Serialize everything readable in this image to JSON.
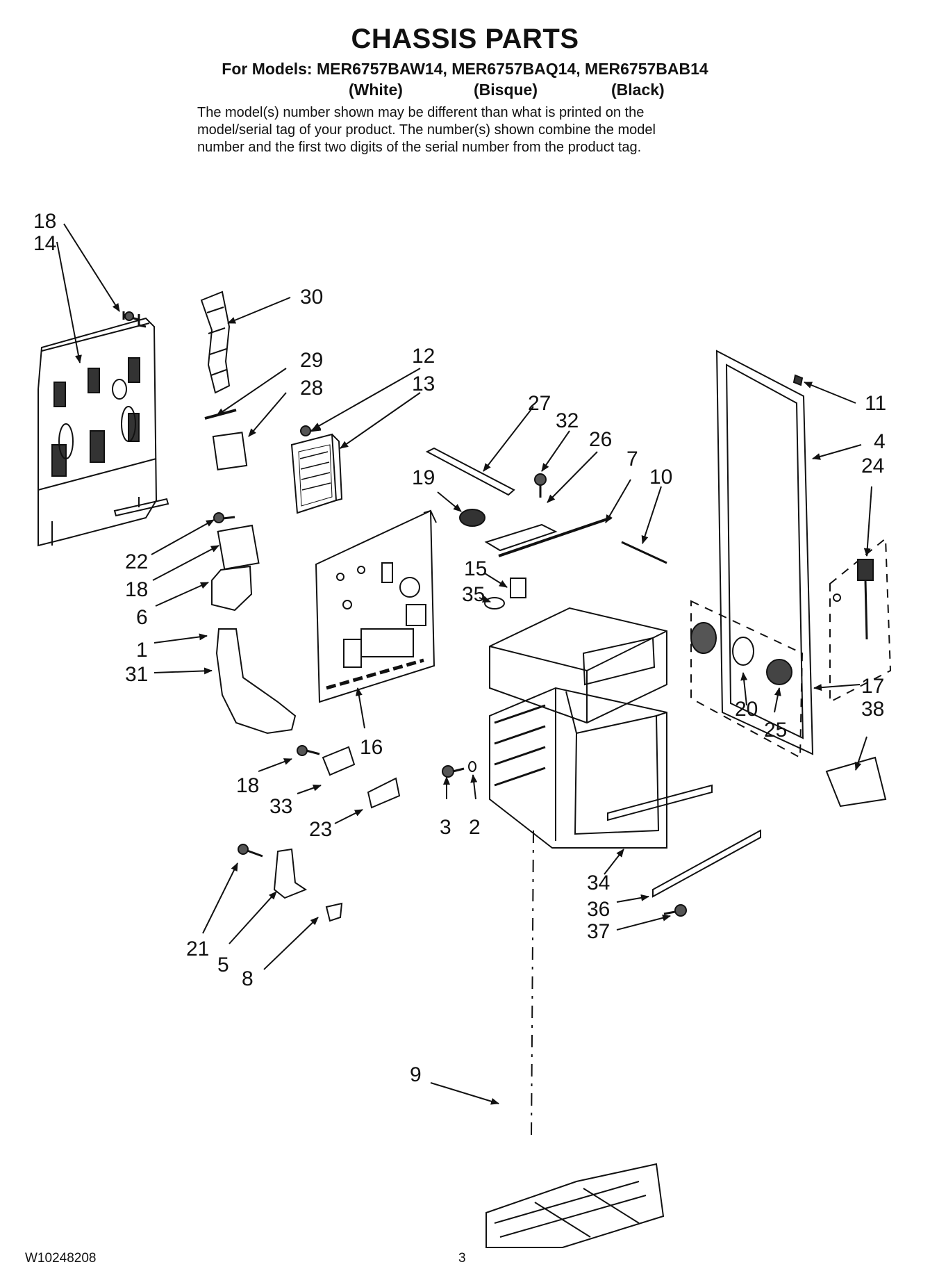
{
  "header": {
    "title": "CHASSIS PARTS",
    "models": "For Models: MER6757BAW14, MER6757BAQ14, MER6757BAB14",
    "colors": [
      "(White)",
      "(Bisque)",
      "(Black)"
    ],
    "note_lines": [
      "The model(s) number shown may be different than what is printed on the",
      "model/serial tag of your product. The number(s) shown combine the model",
      "number and the first two digits of the serial number from the product tag."
    ]
  },
  "callouts": {
    "c18a": "18",
    "c14": "14",
    "c30": "30",
    "c29": "29",
    "c28": "28",
    "c12": "12",
    "c13": "13",
    "c27": "27",
    "c32": "32",
    "c26": "26",
    "c7": "7",
    "c10": "10",
    "c11": "11",
    "c4": "4",
    "c24": "24",
    "c19": "19",
    "c22": "22",
    "c18b": "18",
    "c6": "6",
    "c1": "1",
    "c31": "31",
    "c15": "15",
    "c35": "35",
    "c16": "16",
    "c17": "17",
    "c38": "38",
    "c20": "20",
    "c25": "25",
    "c18c": "18",
    "c33": "33",
    "c23": "23",
    "c3": "3",
    "c2": "2",
    "c34": "34",
    "c36": "36",
    "c37": "37",
    "c21": "21",
    "c5": "5",
    "c8": "8",
    "c9": "9"
  },
  "footer": {
    "doc_number": "W10248208",
    "page_number": "3"
  }
}
